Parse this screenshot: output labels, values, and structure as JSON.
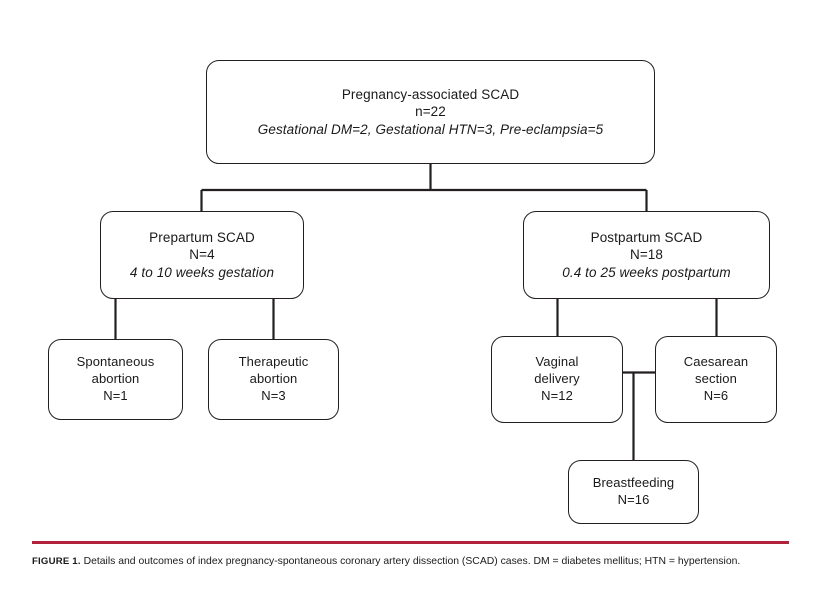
{
  "figure": {
    "caption_label": "FIGURE 1.",
    "caption_text": " Details and outcomes of index pregnancy-spontaneous coronary artery dissection (SCAD) cases. DM = diabetes mellitus; HTN = hypertension.",
    "rule_color": "#b2223c",
    "box_stroke_color": "#231f20",
    "text_color": "#1a1a1a"
  },
  "nodes": {
    "root": {
      "title": "Pregnancy-associated SCAD",
      "count": "n=22",
      "detail": "Gestational DM=2, Gestational HTN=3, Pre-eclampsia=5"
    },
    "prepartum": {
      "title": "Prepartum SCAD",
      "count": "N=4",
      "detail": "4 to 10 weeks gestation"
    },
    "postpartum": {
      "title": "Postpartum SCAD",
      "count": "N=18",
      "detail": "0.4 to 25 weeks postpartum"
    },
    "spontaneous_abortion": {
      "line1": "Spontaneous",
      "line2": "abortion",
      "count": "N=1"
    },
    "therapeutic_abortion": {
      "line1": "Therapeutic",
      "line2": "abortion",
      "count": "N=3"
    },
    "vaginal_delivery": {
      "line1": "Vaginal",
      "line2": "delivery",
      "count": "N=12"
    },
    "caesarean_section": {
      "line1": "Caesarean",
      "line2": "section",
      "count": "N=6"
    },
    "breastfeeding": {
      "line1": "Breastfeeding",
      "count": "N=16"
    }
  }
}
